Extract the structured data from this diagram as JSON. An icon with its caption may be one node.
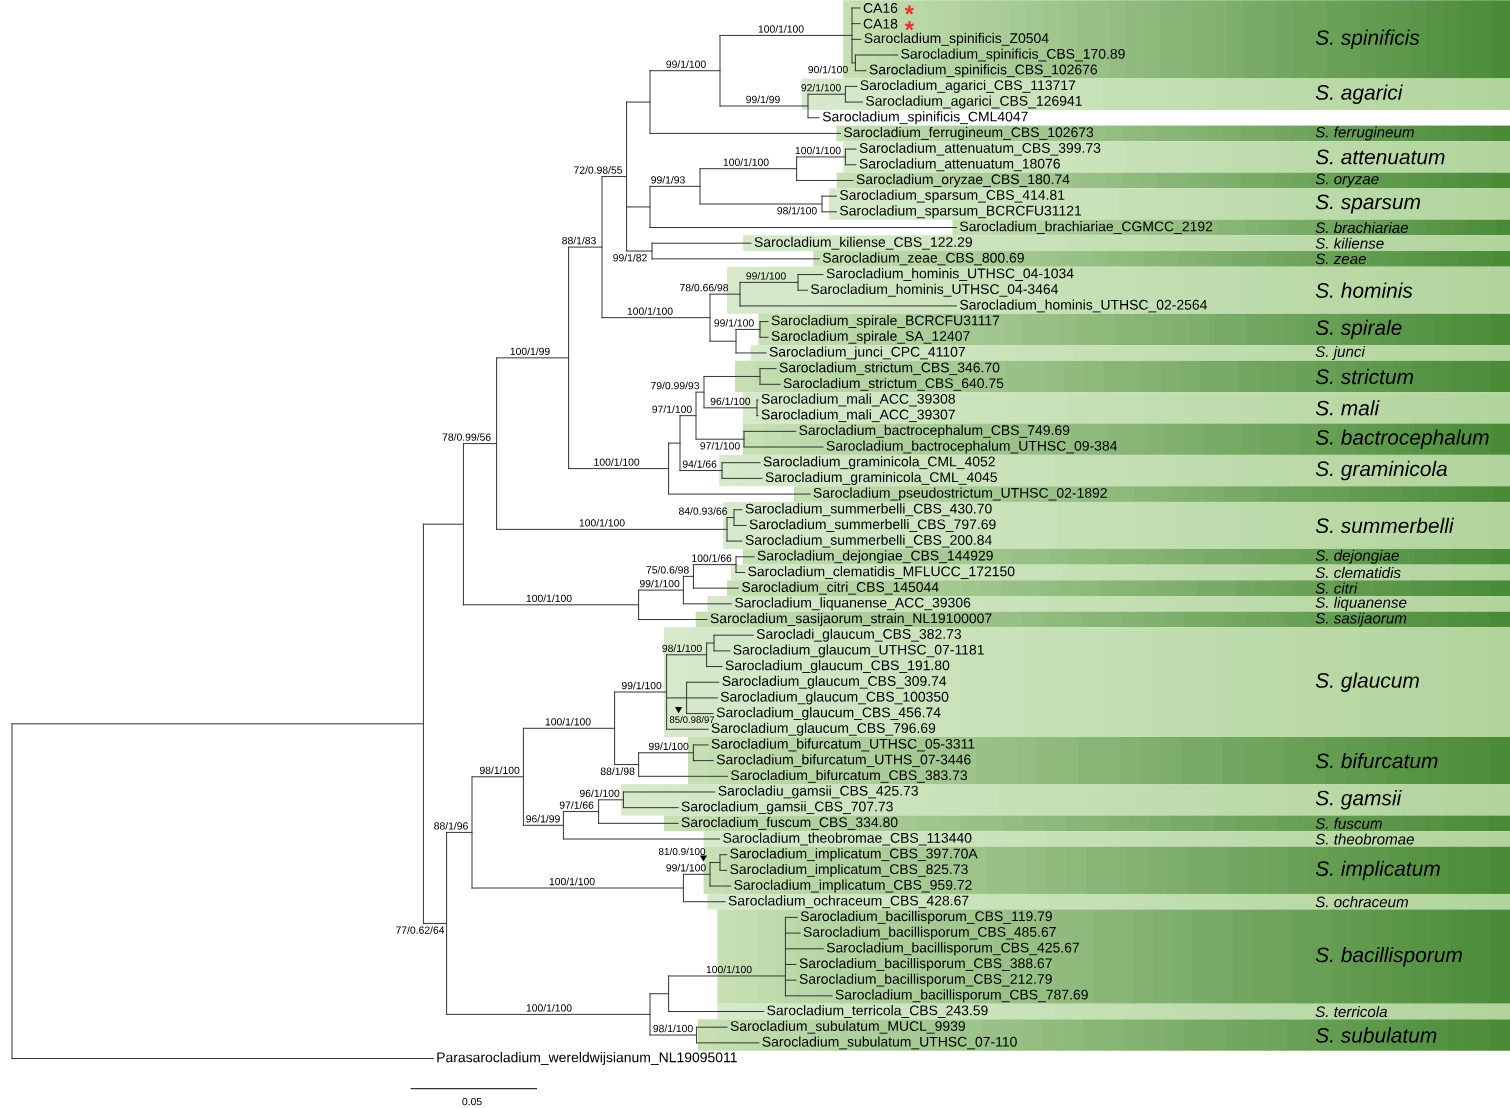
{
  "diagram": {
    "nodes": [
      {
        "text": [
          "S. spinificis"
        ]
      },
      {
        "text": [
          "CA16"
        ],
        "in": 0,
        "beside": [
          "*"
        ]
      },
      {
        "text": [
          "CA18"
        ],
        "in": 0,
        "beside": [
          "*"
        ]
      },
      {
        "text": [
          "Sarocladium_spinificis_Z0504"
        ],
        "in": 0
      },
      {
        "text": [
          "Sarocladium_spinificis_CBS_170.89"
        ],
        "in": 0
      },
      {
        "text": [
          "Sarocladium_spinificis_CBS_102676"
        ],
        "in": 0
      },
      {
        "text": [
          "S. agarici"
        ]
      },
      {
        "text": [
          "Sarocladium_agarici_CBS_113717"
        ],
        "in": 6
      },
      {
        "text": [
          "Sarocladium_agarici_CBS_126941"
        ],
        "in": 6
      },
      {
        "text": [
          "Sarocladium_spinificis_CML4047"
        ]
      },
      {
        "text": [
          "S. ferrugineum"
        ]
      },
      {
        "text": [
          "Sarocladium_ferrugineum_CBS_102673"
        ],
        "in": 10
      },
      {
        "text": [
          "S. attenuatum"
        ]
      },
      {
        "text": [
          "Sarocladium_attenuatum_CBS_399.73"
        ],
        "in": 12
      },
      {
        "text": [
          "Sarocladium_attenuatum_18076"
        ],
        "in": 12
      },
      {
        "text": [
          "S. oryzae"
        ]
      },
      {
        "text": [
          "Sarocladium_oryzae_CBS_180.74"
        ],
        "in": 15
      },
      {
        "text": [
          "S. sparsum"
        ]
      },
      {
        "text": [
          "Sarocladium_sparsum_CBS_414.81"
        ],
        "in": 17
      },
      {
        "text": [
          "Sarocladium_sparsum_BCRCFU31121"
        ],
        "in": 17
      },
      {
        "text": [
          "S. brachiariae"
        ]
      },
      {
        "text": [
          "Sarocladium_brachiariae_CGMCC_2192"
        ],
        "in": 20
      },
      {
        "text": [
          "S. kiliense"
        ]
      },
      {
        "text": [
          "Sarocladium_kiliense_CBS_122.29"
        ],
        "in": 22
      },
      {
        "text": [
          "S. zeae"
        ]
      },
      {
        "text": [
          "Sarocladium_zeae_CBS_800.69"
        ],
        "in": 24
      },
      {
        "text": [
          "S. hominis"
        ]
      },
      {
        "text": [
          "Sarocladium_hominis_UTHSC_04-1034"
        ],
        "in": 26
      },
      {
        "text": [
          "Sarocladium_hominis_UTHSC_04-3464"
        ],
        "in": 26
      },
      {
        "text": [
          "Sarocladium_hominis_UTHSC_02-2564"
        ],
        "in": 26
      },
      {
        "text": [
          "S. spirale"
        ]
      },
      {
        "text": [
          "Sarocladium_spirale_BCRCFU31117"
        ],
        "in": 30
      },
      {
        "text": [
          "Sarocladium_spirale_SA_12407"
        ],
        "in": 30
      },
      {
        "text": [
          "S. junci"
        ]
      },
      {
        "text": [
          "Sarocladium_junci_CPC_41107"
        ],
        "in": 33
      },
      {
        "text": [
          "S. strictum"
        ]
      },
      {
        "text": [
          "Sarocladium_strictum_CBS_346.70"
        ],
        "in": 35
      },
      {
        "text": [
          "Sarocladium_strictum_CBS_640.75"
        ],
        "in": 35
      },
      {
        "text": [
          "S. mali"
        ]
      },
      {
        "text": [
          "Sarocladium_mali_ACC_39308"
        ],
        "in": 38
      },
      {
        "text": [
          "Sarocladium_mali_ACC_39307"
        ],
        "in": 38
      },
      {
        "text": [
          "S. bactrocephalum"
        ]
      },
      {
        "text": [
          "Sarocladium_bactrocephalum_CBS_749.69"
        ],
        "in": 41
      },
      {
        "text": [
          "Sarocladium_bactrocephalum_UTHSC_09-384"
        ],
        "in": 41
      },
      {
        "text": [
          "S. graminicola"
        ]
      },
      {
        "text": [
          "Sarocladium_graminicola_CML_4052"
        ],
        "in": 44
      },
      {
        "text": [
          "Sarocladium_graminicola_CML_4045"
        ],
        "in": 44
      },
      {
        "text": [],
        "shape": "bar"
      },
      {
        "text": [
          "Sarocladium_pseudostrictum_UTHSC_02-1892"
        ],
        "in": 47
      },
      {
        "text": [
          "S. summerbelli"
        ]
      },
      {
        "text": [
          "Sarocladium_summerbelli_CBS_430.70"
        ],
        "in": 49
      },
      {
        "text": [
          "Sarocladium_summerbelli_CBS_797.69"
        ],
        "in": 49
      },
      {
        "text": [
          "Sarocladium_summerbelli_CBS_200.84"
        ],
        "in": 49
      },
      {
        "text": [
          "S. dejongiae"
        ]
      },
      {
        "text": [
          "Sarocladium_dejongiae_CBS_144929"
        ],
        "in": 53
      },
      {
        "text": [
          "S. clematidis"
        ]
      },
      {
        "text": [
          "Sarocladium_clematidis_MFLUCC_172150"
        ],
        "in": 55
      },
      {
        "text": [
          "S. citri"
        ]
      },
      {
        "text": [
          "Sarocladium_citri_CBS_145044"
        ],
        "in": 57
      },
      {
        "text": [
          "S. liquanense"
        ]
      },
      {
        "text": [
          "Sarocladium_liquanense_ACC_39306"
        ],
        "in": 59
      },
      {
        "text": [
          "S. sasijaorum"
        ]
      },
      {
        "text": [
          "Sarocladium_sasijaorum_strain_NL19100007"
        ],
        "in": 61
      },
      {
        "text": [
          "S. glaucum"
        ]
      },
      {
        "text": [
          "Sarocladi_glaucum_CBS_382.73"
        ],
        "in": 63
      },
      {
        "text": [
          "Sarocladium_glaucum_UTHSC_07-1181"
        ],
        "in": 63
      },
      {
        "text": [
          "Sarocladium_glaucum_CBS_191.80"
        ],
        "in": 63
      },
      {
        "text": [
          "Sarocladium_glaucum_CBS_309.74"
        ],
        "in": 63
      },
      {
        "text": [
          "Sarocladium_glaucum_CBS_100350"
        ],
        "in": 63
      },
      {
        "text": [
          "Sarocladium_glaucum_CBS_456.74"
        ],
        "in": 63
      },
      {
        "text": [
          "Sarocladium_glaucum_CBS_796.69"
        ],
        "in": 63
      },
      {
        "text": [
          "S. bifurcatum"
        ]
      },
      {
        "text": [
          "Sarocladium_bifurcatum_UTHSC_05-3311"
        ],
        "in": 71
      },
      {
        "text": [
          "Sarocladium_bifurcatum_UTHS_07-3446"
        ],
        "in": 71
      },
      {
        "text": [
          "Sarocladium_bifurcatum_CBS_383.73"
        ],
        "in": 71
      },
      {
        "text": [
          "S. gamsii"
        ]
      },
      {
        "text": [
          "Sarocladiu_gamsii_CBS_425.73"
        ],
        "in": 75
      },
      {
        "text": [
          "Sarocladium_gamsii_CBS_707.73"
        ],
        "in": 75
      },
      {
        "text": [
          "S. fuscum"
        ]
      },
      {
        "text": [
          "Sarocladium_fuscum_CBS_334.80"
        ],
        "in": 78
      },
      {
        "text": [
          "S. theobromae"
        ]
      },
      {
        "text": [
          "Sarocladium_theobromae_CBS_113440"
        ],
        "in": 80
      },
      {
        "text": [
          "S. implicatum"
        ]
      },
      {
        "text": [
          "Sarocladium_implicatum_CBS_397.70A"
        ],
        "in": 82
      },
      {
        "text": [
          "Sarocladium_implicatum_CBS_825.73"
        ],
        "in": 82
      },
      {
        "text": [
          "Sarocladium_implicatum_CBS_959.72"
        ],
        "in": 82
      },
      {
        "text": [
          "S. ochraceum"
        ]
      },
      {
        "text": [
          "Sarocladium_ochraceum_CBS_428.67"
        ],
        "in": 86
      },
      {
        "text": [
          "S. bacillisporum"
        ]
      },
      {
        "text": [
          "Sarocladium_bacillisporum_CBS_119.79"
        ],
        "in": 88
      },
      {
        "text": [
          "Sarocladium_bacillisporum_CBS_485.67"
        ],
        "in": 88
      },
      {
        "text": [
          "Sarocladium_bacillisporum_CBS_425.67"
        ],
        "in": 88
      },
      {
        "text": [
          "Sarocladium_bacillisporum_CBS_388.67"
        ],
        "in": 88
      },
      {
        "text": [
          "Sarocladium_bacillisporum_CBS_212.79"
        ],
        "in": 88
      },
      {
        "text": [
          "Sarocladium_bacillisporum_CBS_787.69"
        ],
        "in": 88
      },
      {
        "text": [
          "S. terricola"
        ]
      },
      {
        "text": [
          "Sarocladium_terricola_CBS_243.59"
        ],
        "in": 95
      },
      {
        "text": [
          "S. subulatum"
        ]
      },
      {
        "text": [
          "Sarocladium_subulatum_MUCL_9939"
        ],
        "in": 97
      },
      {
        "text": [
          "Sarocladium_subulatum_UTHSC_07-110"
        ],
        "in": 97
      },
      {
        "text": [
          "Parasarocladium_wereldwijsianum_NL19095011"
        ]
      }
    ],
    "labels": [
      "100/1/100",
      "90/1/100",
      "99/1/100",
      "92/1/100",
      "99/1/99",
      "100/1/100",
      "100/1/100",
      "72/0.98/55",
      "99/1/93",
      "98/1/100",
      "88/1/83",
      "99/1/82",
      "99/1/100",
      "78/0.66/98",
      "100/1/100",
      "99/1/100",
      "100/1/99",
      "79/0.99/93",
      "96/1/100",
      "97/1/100",
      "78/0.99/56",
      "97/1/100",
      "100/1/100",
      "94/1/66",
      "84/0.93/66",
      "100/1/100",
      "100/1/66",
      "75/0.6/98",
      "99/1/100",
      "100/1/100",
      "98/1/100",
      "99/1/100",
      "85/0.98/97",
      "100/1/100",
      "99/1/100",
      "98/1/100",
      "88/1/98",
      "96/1/100",
      "97/1/66",
      "96/1/99",
      "88/1/96",
      "81/0.9/100",
      "99/1/100",
      "100/1/100",
      "77/0.62/64",
      "100/1/100",
      "100/1/100",
      "98/1/100",
      "0.05"
    ]
  }
}
